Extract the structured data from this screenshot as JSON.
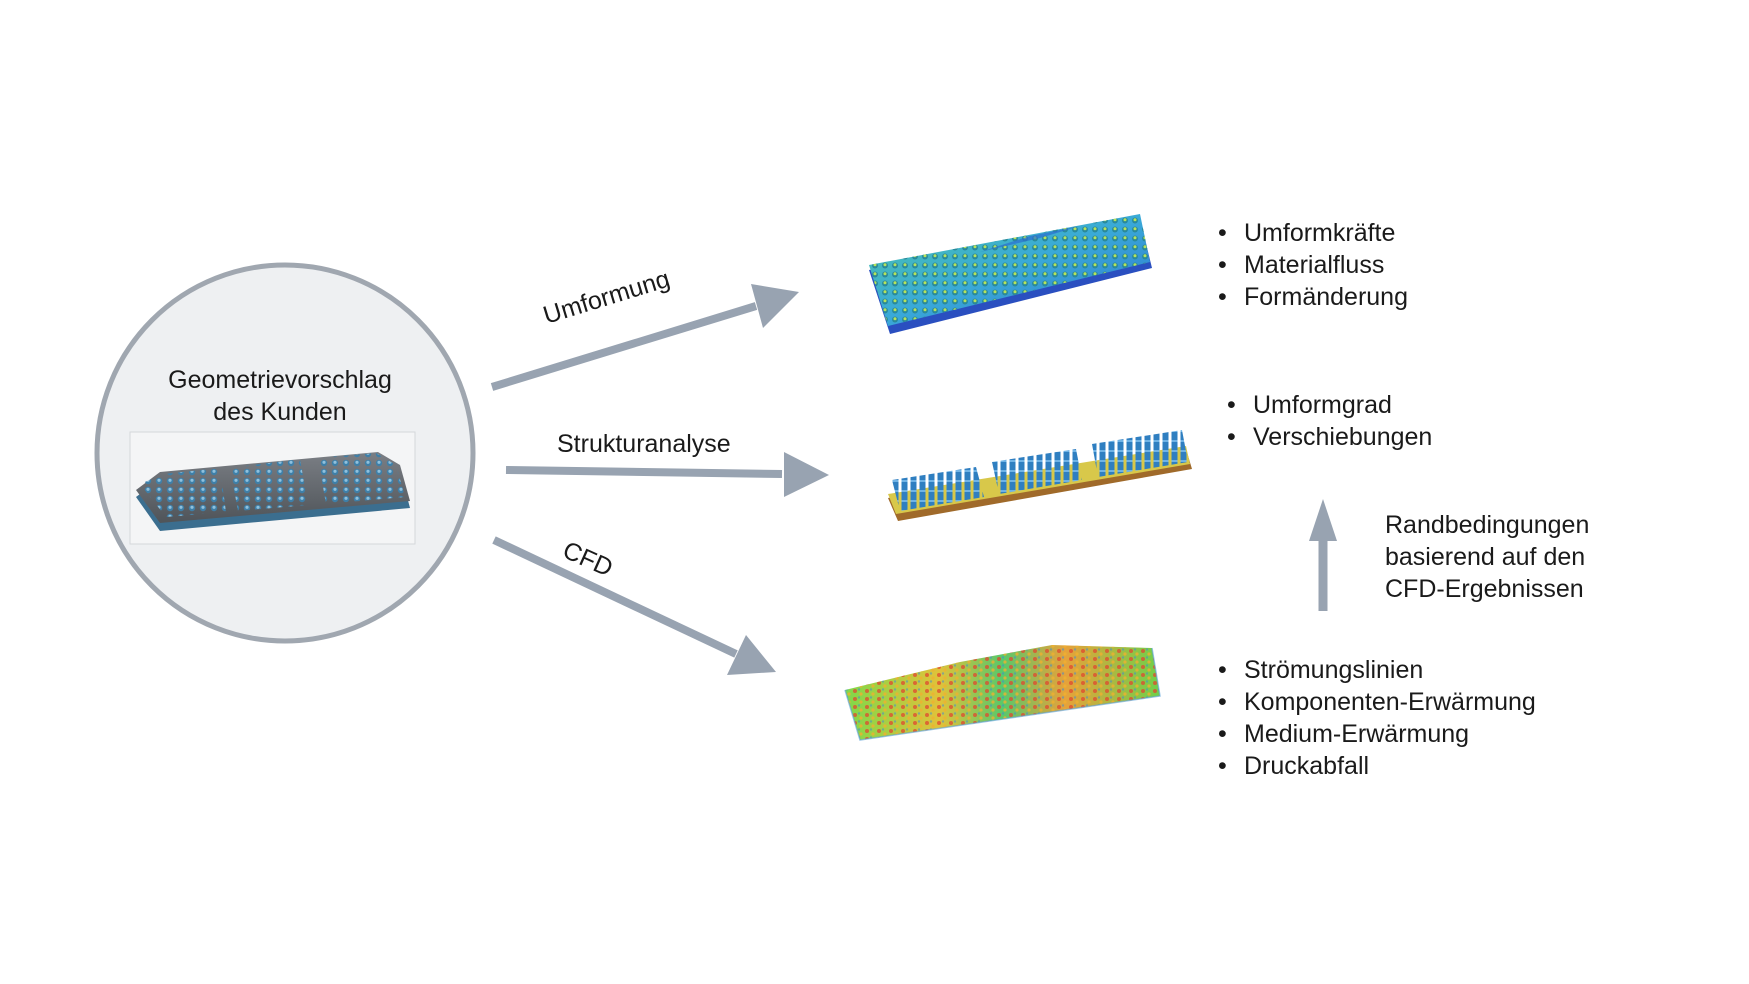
{
  "source": {
    "title_line1": "Geometrievorschlag",
    "title_line2": "des Kunden"
  },
  "arrows": {
    "forming_label": "Umformung",
    "structural_label": "Strukturanalyse",
    "cfd_label": "CFD"
  },
  "forming_results": [
    "Umformkräfte",
    "Materialfluss",
    "Formänderung"
  ],
  "structural_results": [
    "Umformgrad",
    "Verschiebungen"
  ],
  "cfd_results": [
    "Strömungslinien",
    "Komponenten-Erwärmung",
    "Medium-Erwärmung",
    "Druckabfall"
  ],
  "boundary_note": {
    "line1": "Randbedingungen",
    "line2": "basierend auf den",
    "line3": "CFD-Ergebnissen"
  },
  "colors": {
    "arrow": "#98a3b1",
    "circle_stroke": "#a0a7b0",
    "circle_fill": "#eef0f2",
    "pin_blue": "#2f7fc1",
    "plate_gray": "#6f7378",
    "yellow": "#d8c84a",
    "green": "#58c87a"
  }
}
